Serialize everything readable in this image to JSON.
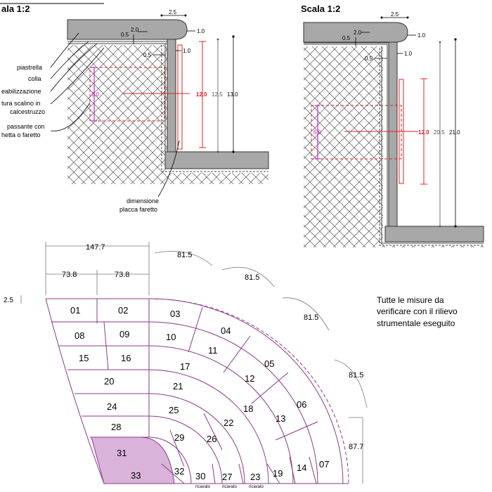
{
  "scale_labels": {
    "left": "ala 1:2",
    "right": "Scala 1:2"
  },
  "section_left": {
    "dims": {
      "top_width": "2.5",
      "layer": "2.0",
      "gap": "0.5",
      "nose": "1.0",
      "riser_gap": "0.5",
      "riser_thk": "1.0",
      "light_width": "6.0",
      "plate_height": "12.0",
      "height_a": "12.5",
      "height_b": "13.0"
    },
    "labels": {
      "tile": "piastrella",
      "glue": "colla",
      "waterproof": "eabilizzazione",
      "structure_1": "tura scalino in",
      "structure_2": "calcestruzzo",
      "pass_1": "passante con",
      "pass_2": "hetta o faretto",
      "plate_1": "dimensione",
      "plate_2": "placca faretto"
    }
  },
  "section_right": {
    "dims": {
      "top_width": "2.5",
      "layer": "2.0",
      "gap": "0.5",
      "nose": "1.0",
      "riser_gap": "0.5",
      "riser_thk": "1.0",
      "light_width": "6.0",
      "plate_height": "12.0",
      "height_a": "20.5",
      "height_b": "21.0"
    }
  },
  "plan": {
    "dims": {
      "total_width": "147.7",
      "half_left": "73.8",
      "half_right": "73.8",
      "side_gap": "2.5",
      "arc_1": "81.5",
      "arc_2": "81.5",
      "arc_3": "81.5",
      "arc_4": "81.5",
      "bottom_height": "87.7"
    },
    "steps": [
      "01",
      "02",
      "03",
      "04",
      "05",
      "06",
      "07",
      "08",
      "09",
      "10",
      "11",
      "12",
      "13",
      "14",
      "15",
      "16",
      "17",
      "18",
      "19",
      "20",
      "21",
      "22",
      "23",
      "24",
      "25",
      "26",
      "27",
      "28",
      "29",
      "30",
      "31",
      "32",
      "33"
    ],
    "ricavato": [
      "ricavato",
      "ricavato",
      "ricavato"
    ]
  },
  "note": {
    "line1": "Tutte le misure da",
    "line2": "verificare con il rilievo",
    "line3": "strumentale eseguito"
  },
  "colors": {
    "stair_line": "#8a3a8a",
    "highlight_fill": "#d9b3d9",
    "red_dim": "#e02020",
    "magenta_dim": "#d020d0",
    "concrete": "#b8b8b8",
    "tread_fill": "#a8a8a8"
  }
}
